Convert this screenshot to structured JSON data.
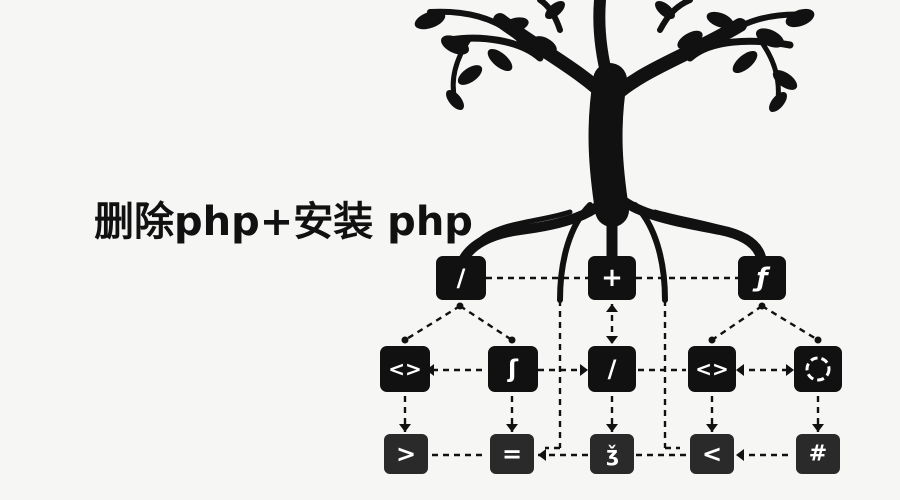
{
  "title": "删除php+安装 php",
  "colors": {
    "ink": "#111111",
    "background": "#f6f6f5",
    "node_fill": "#111111",
    "node_glyph": "#ffffff"
  },
  "nodes": {
    "root_left": "/",
    "root_center": "+",
    "root_right": "ƒ",
    "mid_1": "<>",
    "mid_2": "ʃ",
    "mid_3": "/",
    "mid_4": "<>",
    "mid_5": "cycle-icon",
    "bottom_1": ">",
    "bottom_2": "=",
    "bottom_3": "ǯ",
    "bottom_4": "<",
    "bottom_5": "#"
  }
}
